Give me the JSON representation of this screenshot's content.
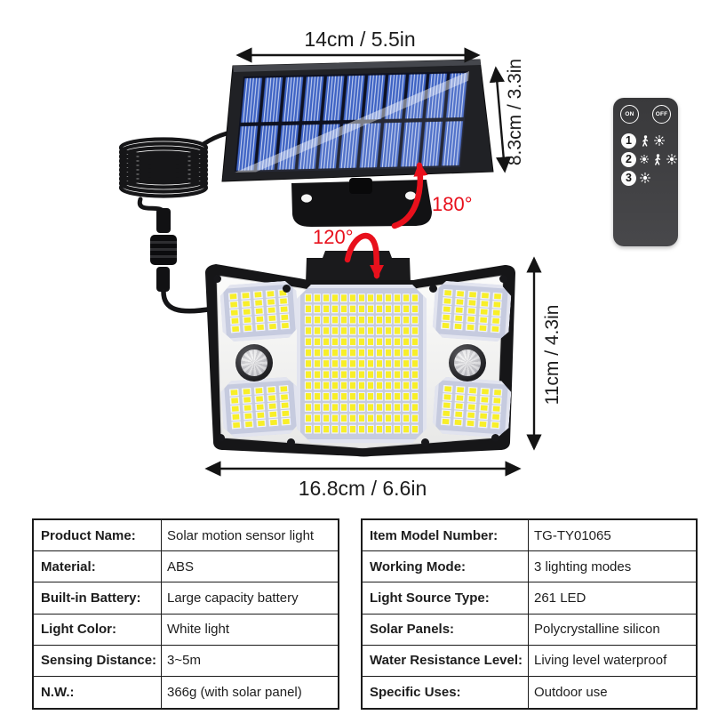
{
  "colors": {
    "accent_red": "#e8101c",
    "led_yellow": "#f8ef28",
    "module_blue_grey": "#c6cbdf",
    "solar_cell_blue": "#3e63c4",
    "body_black": "#161618"
  },
  "solar_panel": {
    "width_label": "14cm / 5.5in",
    "height_label": "8.3cm / 3.3in",
    "swivel_angle_label": "180°"
  },
  "light_fixture": {
    "width_label": "16.8cm / 6.6in",
    "height_label": "11cm / 4.3in",
    "tilt_angle_label": "120°"
  },
  "remote_control": {
    "power_on_label": "ON",
    "power_off_label": "OFF",
    "modes": [
      {
        "number": "1",
        "icons": [
          "person-motion-icon",
          "bright-sun-icon"
        ]
      },
      {
        "number": "2",
        "icons": [
          "dim-sun-icon",
          "person-motion-icon",
          "bright-sun-icon"
        ]
      },
      {
        "number": "3",
        "icons": [
          "steady-sun-icon"
        ]
      }
    ]
  },
  "spec_table_left": {
    "rows": [
      {
        "label": "Product Name:",
        "value": "Solar motion sensor light"
      },
      {
        "label": "Material:",
        "value": "ABS"
      },
      {
        "label": "Built-in Battery:",
        "value": "Large capacity battery"
      },
      {
        "label": "Light Color:",
        "value": "White light"
      },
      {
        "label": "Sensing Distance:",
        "value": "3~5m"
      },
      {
        "label": "N.W.:",
        "value": "366g (with solar panel)"
      }
    ]
  },
  "spec_table_right": {
    "rows": [
      {
        "label": "Item Model Number:",
        "value": "TG-TY01065"
      },
      {
        "label": "Working Mode:",
        "value": "3 lighting modes"
      },
      {
        "label": "Light Source Type:",
        "value": "261 LED"
      },
      {
        "label": "Solar Panels:",
        "value": "Polycrystalline silicon"
      },
      {
        "label": "Water Resistance Level:",
        "value": "Living level waterproof"
      },
      {
        "label": "Specific Uses:",
        "value": "Outdoor use"
      }
    ]
  }
}
